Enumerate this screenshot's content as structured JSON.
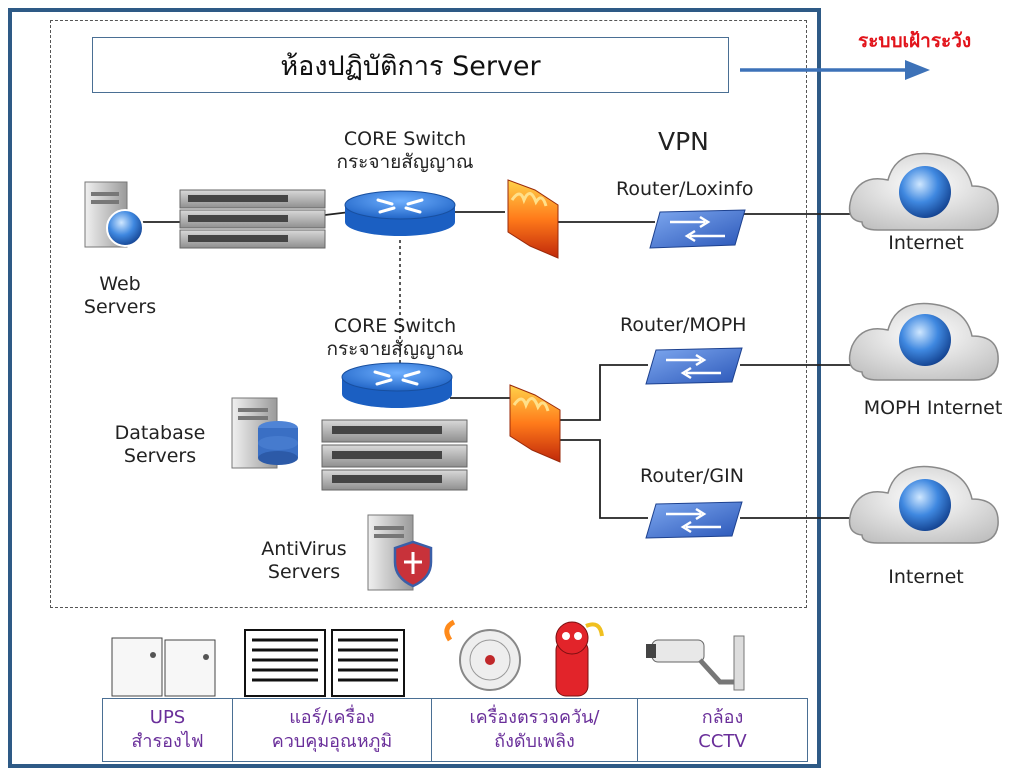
{
  "diagram": {
    "title": "ห้องปฏิบัติการ Server",
    "monitoring_label": "ระบบเฝ้าระวัง",
    "core_switch_top": {
      "line1": "CORE Switch",
      "line2": "กระจายสัญญาณ"
    },
    "core_switch_bottom": {
      "line1": "CORE Switch",
      "line2": "กระจายสัญญาณ"
    },
    "vpn_label": "VPN",
    "router_loxinfo": "Router/Loxinfo",
    "router_moph": "Router/MOPH",
    "router_gin": "Router/GIN",
    "web_servers": {
      "line1": "Web",
      "line2": "Servers"
    },
    "database_servers": {
      "line1": "Database",
      "line2": "Servers"
    },
    "antivirus_servers": {
      "line1": "AntiVirus",
      "line2": "Servers"
    },
    "cloud_internet_1": "Internet",
    "cloud_moph": "MOPH Internet",
    "cloud_internet_2": "Internet"
  },
  "equipment": [
    {
      "line1": "UPS",
      "line2": "สำรองไฟ"
    },
    {
      "line1": "แอร์/เครื่อง",
      "line2": "ควบคุมอุณหภูมิ"
    },
    {
      "line1": "เครื่องตรวจควัน/",
      "line2": "ถังดับเพลิง"
    },
    {
      "line1": "กล้อง",
      "line2": "CCTV"
    }
  ],
  "colors": {
    "frame": "#2e5a86",
    "arrow": "#3d72b8",
    "alert_text": "#e2141b",
    "equipment_text": "#6a2f9a",
    "router_blue": "#3b6fd0",
    "core_router_blue": "#2f78d6"
  }
}
